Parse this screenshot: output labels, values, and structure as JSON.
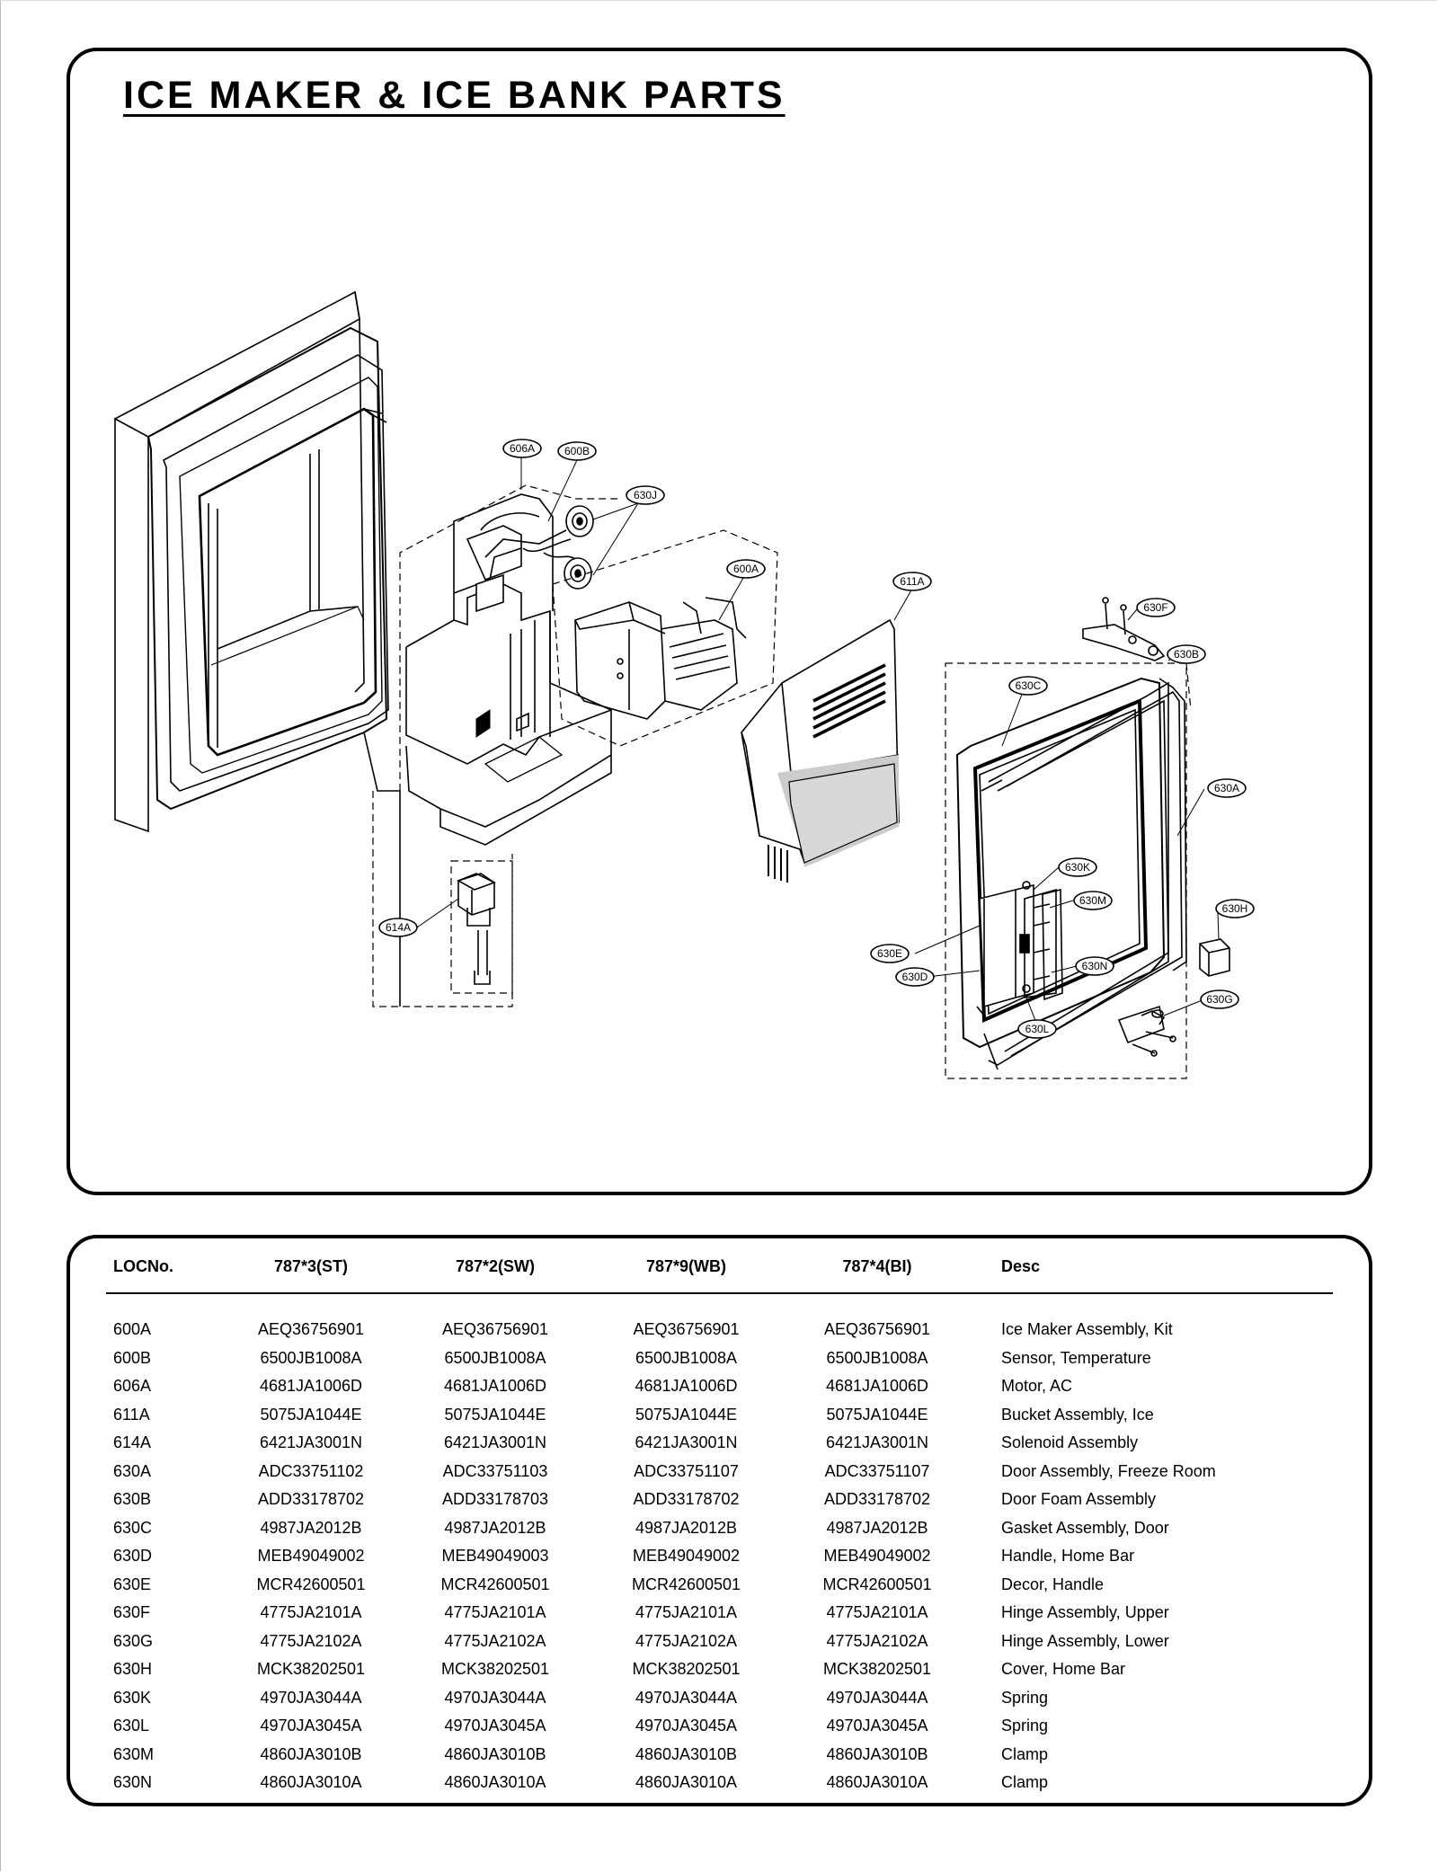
{
  "title": "ICE MAKER & ICE BANK PARTS",
  "callouts": [
    "606A",
    "600B",
    "630J",
    "600A",
    "611A",
    "630F",
    "630B",
    "630C",
    "630A",
    "630K",
    "630M",
    "630H",
    "630E",
    "630N",
    "630D",
    "630G",
    "630L",
    "614A"
  ],
  "table": {
    "headers": [
      "LOCNo.",
      "787*3(ST)",
      "787*2(SW)",
      "787*9(WB)",
      "787*4(BI)",
      "Desc"
    ],
    "rows": [
      [
        "600A",
        "AEQ36756901",
        "AEQ36756901",
        "AEQ36756901",
        "AEQ36756901",
        "Ice Maker Assembly, Kit"
      ],
      [
        "600B",
        "6500JB1008A",
        "6500JB1008A",
        "6500JB1008A",
        "6500JB1008A",
        "Sensor, Temperature"
      ],
      [
        "606A",
        "4681JA1006D",
        "4681JA1006D",
        "4681JA1006D",
        "4681JA1006D",
        "Motor, AC"
      ],
      [
        "611A",
        "5075JA1044E",
        "5075JA1044E",
        "5075JA1044E",
        "5075JA1044E",
        "Bucket Assembly, Ice"
      ],
      [
        "614A",
        "6421JA3001N",
        "6421JA3001N",
        "6421JA3001N",
        "6421JA3001N",
        "Solenoid Assembly"
      ],
      [
        "630A",
        "ADC33751102",
        "ADC33751103",
        "ADC33751107",
        "ADC33751107",
        "Door Assembly, Freeze Room"
      ],
      [
        "630B",
        "ADD33178702",
        "ADD33178703",
        "ADD33178702",
        "ADD33178702",
        "Door Foam Assembly"
      ],
      [
        "630C",
        "4987JA2012B",
        "4987JA2012B",
        "4987JA2012B",
        "4987JA2012B",
        "Gasket Assembly, Door"
      ],
      [
        "630D",
        "MEB49049002",
        "MEB49049003",
        "MEB49049002",
        "MEB49049002",
        "Handle, Home Bar"
      ],
      [
        "630E",
        "MCR42600501",
        "MCR42600501",
        "MCR42600501",
        "MCR42600501",
        "Decor, Handle"
      ],
      [
        "630F",
        "4775JA2101A",
        "4775JA2101A",
        "4775JA2101A",
        "4775JA2101A",
        "Hinge Assembly, Upper"
      ],
      [
        "630G",
        "4775JA2102A",
        "4775JA2102A",
        "4775JA2102A",
        "4775JA2102A",
        "Hinge Assembly, Lower"
      ],
      [
        "630H",
        "MCK38202501",
        "MCK38202501",
        "MCK38202501",
        "MCK38202501",
        "Cover, Home Bar"
      ],
      [
        "630K",
        "4970JA3044A",
        "4970JA3044A",
        "4970JA3044A",
        "4970JA3044A",
        "Spring"
      ],
      [
        "630L",
        "4970JA3045A",
        "4970JA3045A",
        "4970JA3045A",
        "4970JA3045A",
        "Spring"
      ],
      [
        "630M",
        "4860JA3010B",
        "4860JA3010B",
        "4860JA3010B",
        "4860JA3010B",
        "Clamp"
      ],
      [
        "630N",
        "4860JA3010A",
        "4860JA3010A",
        "4860JA3010A",
        "4860JA3010A",
        "Clamp"
      ]
    ]
  }
}
